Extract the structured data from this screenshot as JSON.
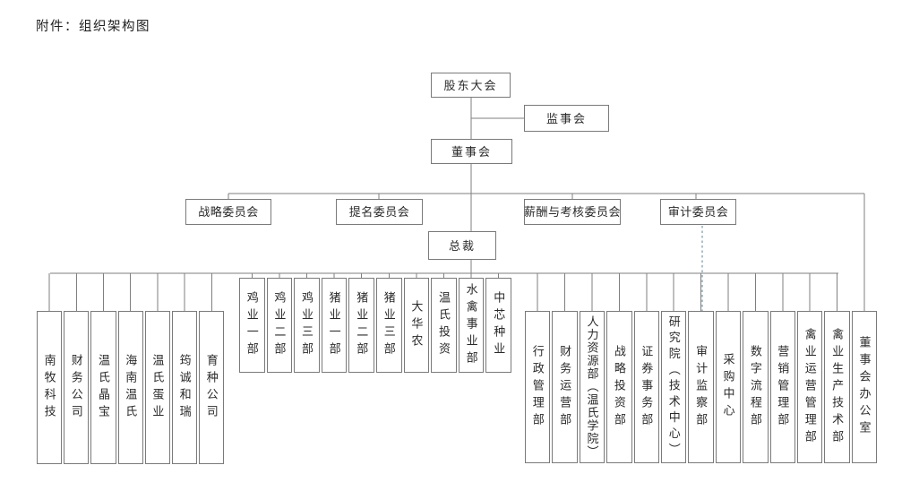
{
  "title": "附件：组织架构图",
  "colors": {
    "box_border": "#7a7a7a",
    "connector_line": "#7f7f7f",
    "audit_dashed_line": "#a9c2c9",
    "text": "#2a2a2a",
    "background": "#ffffff"
  },
  "nodes": {
    "shareholders_meeting": "股东大会",
    "supervisory_board": "监事会",
    "board_of_directors": "董事会",
    "president": "总裁"
  },
  "committees": [
    {
      "label": "战略委员会"
    },
    {
      "label": "提名委员会"
    },
    {
      "label": "薪酬与考核委员会"
    },
    {
      "label": "审计委员会"
    }
  ],
  "groups": {
    "left_subsidiaries": {
      "items": [
        "南牧科技",
        "财务公司",
        "温氏晶宝",
        "海南温氏",
        "温氏蛋业",
        "筠诚和瑞",
        "育种公司"
      ]
    },
    "middle_business_units": {
      "items": [
        "鸡业一部",
        "鸡业二部",
        "鸡业三部",
        "猪业一部",
        "猪业二部",
        "猪业三部",
        "大华农",
        "温氏投资",
        "水禽事业部",
        "中芯种业"
      ]
    },
    "right_departments": {
      "items": [
        "行政管理部",
        "财务运营部",
        "人力资源部（温氏学院）",
        "战略投资部",
        "证券事务部",
        "研究院（技术中心）",
        "审计监察部",
        "采购中心",
        "数字流程部",
        "营销管理部",
        "禽业运营管理部",
        "禽业生产技术部",
        "董事会办公室"
      ]
    }
  },
  "relationships": {
    "audit_dashed_link": {
      "from": "审计委员会",
      "to": "审计监察部",
      "style": "dashed"
    }
  }
}
